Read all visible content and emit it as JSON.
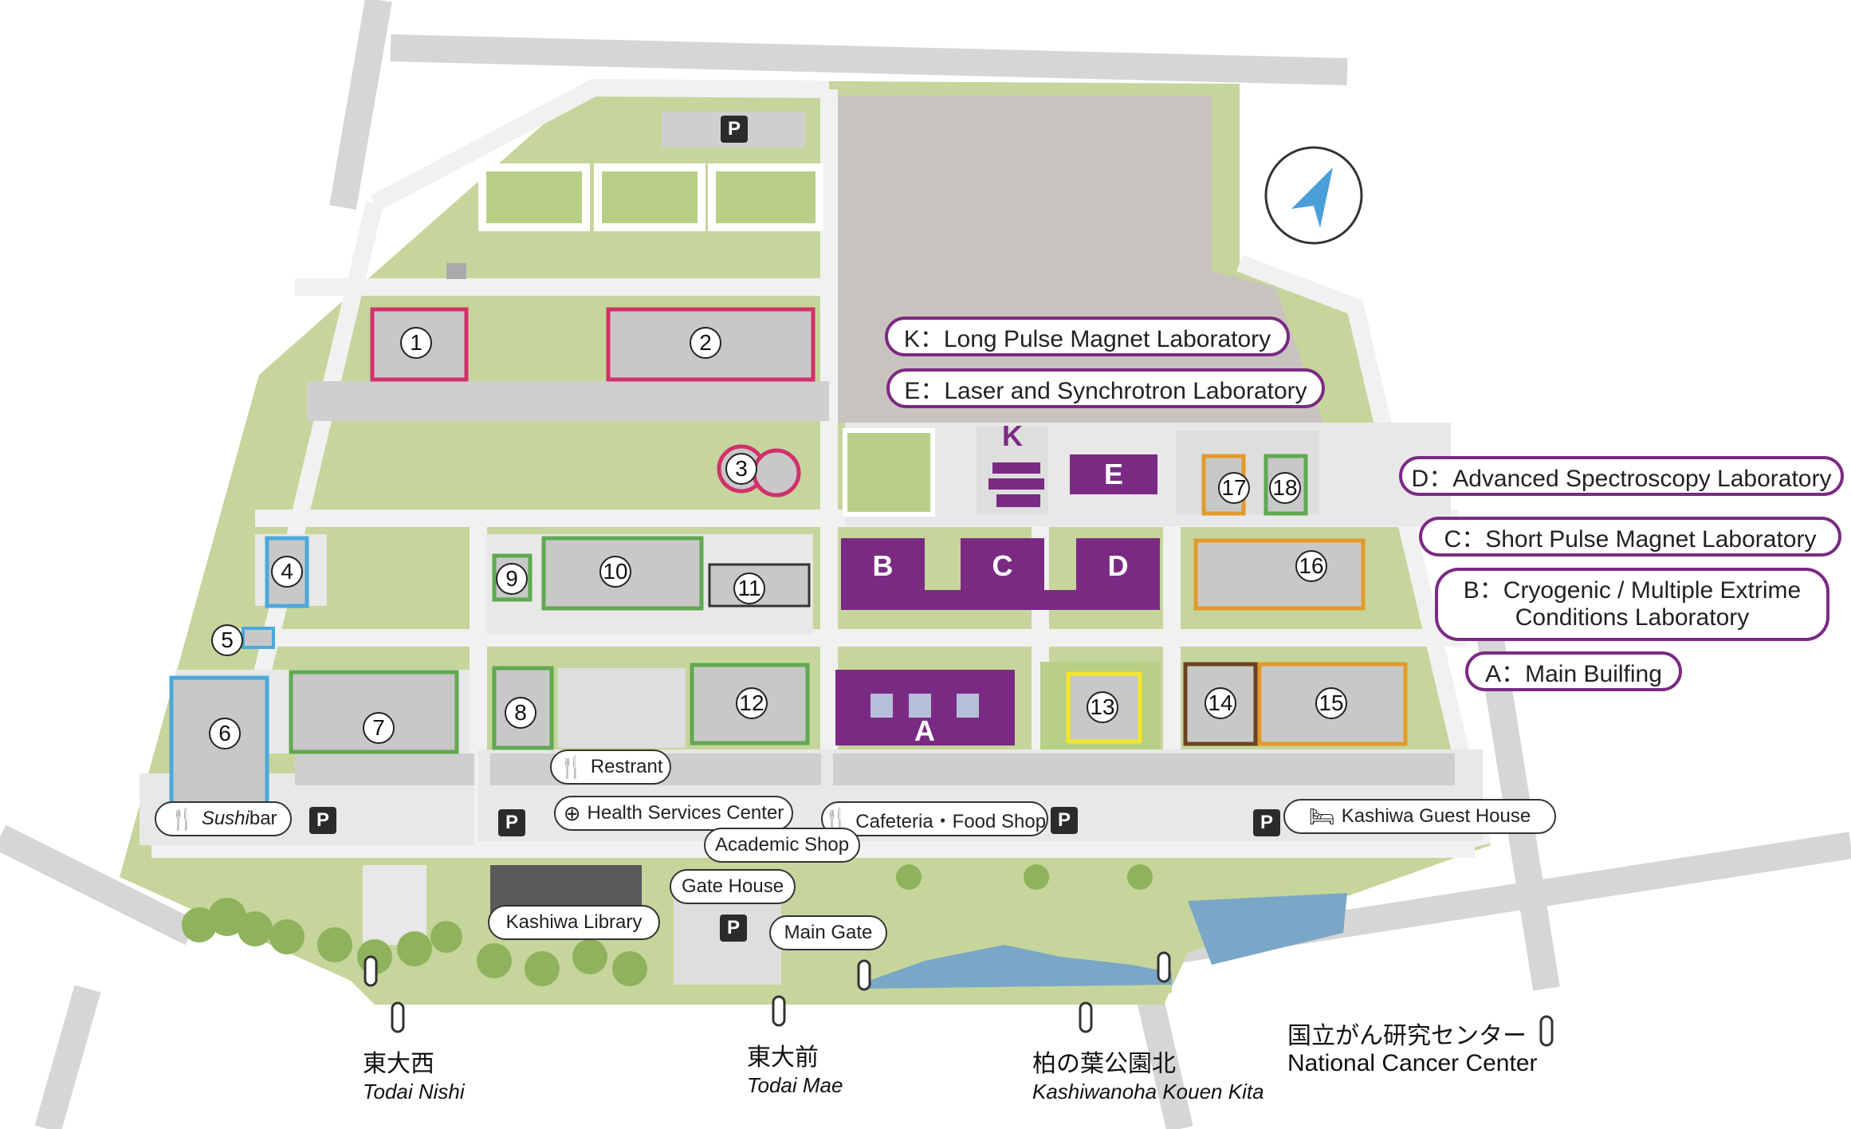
{
  "colors": {
    "grass": "#c6d59b",
    "road": "#e6e6e6",
    "outer_road": "#d6d6d6",
    "building": "#c8c8c8",
    "issp_purple": "#7b2a84",
    "pink": "#d2306d",
    "blue": "#4aa9dc",
    "green": "#5fa951",
    "orange": "#e39a2a",
    "yellow": "#f2e62a",
    "brown": "#6b4320",
    "water": "#7aa7c7",
    "tree": "#8fb25c"
  },
  "compass": {
    "icon": "north-arrow-icon"
  },
  "legend": {
    "K": "K：Long Pulse Magnet Laboratory",
    "E": "E：Laser and Synchrotron Laboratory",
    "D": "D：Advanced Spectroscopy Laboratory",
    "C": "C：Short Pulse Magnet Laboratory",
    "B": "B：Cryogenic / Multiple Extrime Conditions Laboratory",
    "A": "A：Main Builfing"
  },
  "buildings": {
    "letters": [
      "K",
      "E",
      "B",
      "C",
      "D",
      "A"
    ],
    "numbers": [
      "1",
      "2",
      "3",
      "4",
      "5",
      "6",
      "7",
      "8",
      "9",
      "10",
      "11",
      "12",
      "13",
      "14",
      "15",
      "16",
      "17",
      "18"
    ]
  },
  "facilities": {
    "restaurant": {
      "icon": "fork-knife-icon",
      "label": "Restrant"
    },
    "health": {
      "icon": "first-aid-icon",
      "label": "Health Services Center"
    },
    "sushi": {
      "icon": "fork-knife-icon",
      "label_italic": "Sushi",
      "label": " bar"
    },
    "cafeteria": {
      "icon": "fork-knife-icon",
      "label": "Cafeteria・Food Shop"
    },
    "guest_house": {
      "icon": "bed-icon",
      "label": "Kashiwa Guest House"
    },
    "academic_shop": {
      "label": "Academic Shop"
    },
    "gate_house": {
      "label": "Gate House"
    },
    "main_gate": {
      "label": "Main Gate"
    },
    "library": {
      "label": "Kashiwa Library"
    }
  },
  "parking_label": "P",
  "stations": [
    {
      "jp": "東大西",
      "en": "Todai Nishi"
    },
    {
      "jp": "東大前",
      "en": "Todai Mae"
    },
    {
      "jp": "柏の葉公園北",
      "en": "Kashiwanoha Kouen Kita"
    },
    {
      "jp": "国立がん研究センター",
      "en": "National Cancer Center"
    }
  ]
}
